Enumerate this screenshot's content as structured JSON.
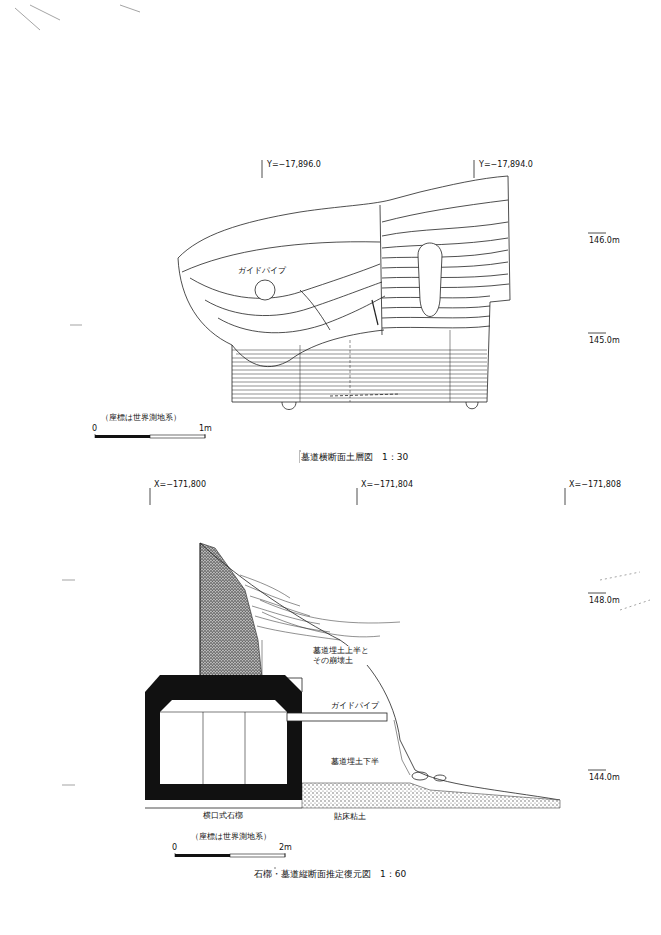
{
  "diagram": {
    "labels": [
      "Y=−17,896.0",
      "Y=−17,894.0",
      "146.0m",
      "145.0m",
      "ガイドパイプ",
      "（座標は世界測地系）",
      "0",
      "1m",
      "墓道横断面土層図　1：30",
      "X=−171,800",
      "X=−171,804",
      "X=−171,808",
      "148.0m",
      "墓道埋土上半と その崩壊土",
      "ガイドパイプ",
      "墓道埋土下半",
      "144.0m",
      "横口式石槨",
      "貼床粘土",
      "（座標は世界測地系）",
      "0",
      "2m",
      "石槨・墓道縦断面推定復元図　1：60"
    ]
  }
}
